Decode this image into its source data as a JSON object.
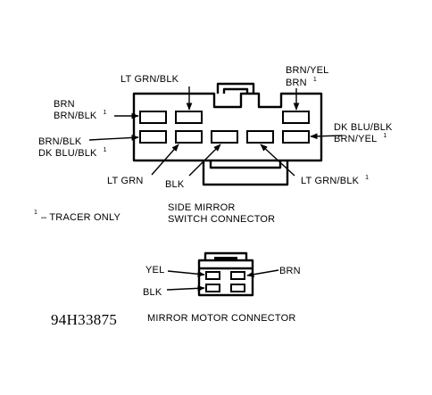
{
  "switch_connector": {
    "title_line1": "SIDE MIRROR",
    "title_line2": "SWITCH CONNECTOR",
    "labels": {
      "lt_grn_blk_top": "LT GRN/BLK",
      "brn_yel": "BRN/YEL",
      "brn_right": "BRN",
      "brn_right_sup": "1",
      "brn_left": "BRN",
      "brn_blk_1": "BRN/BLK",
      "brn_blk_1_sup": "1",
      "brn_blk_2": "BRN/BLK",
      "dk_blu_blk_left": "DK BLU/BLK",
      "dk_blu_blk_left_sup": "1",
      "dk_blu_blk_right": "DK BLU/BLK",
      "brn_yel_right": "BRN/YEL",
      "brn_yel_right_sup": "1",
      "lt_grn": "LT GRN",
      "blk": "BLK",
      "lt_grn_blk_bottom": "LT GRN/BLK",
      "lt_grn_blk_bottom_sup": "1"
    }
  },
  "footnote": {
    "marker": "1",
    "text": "–  TRACER ONLY"
  },
  "motor_connector": {
    "title": "MIRROR MOTOR CONNECTOR",
    "labels": {
      "yel": "YEL",
      "brn": "BRN",
      "blk": "BLK"
    }
  },
  "figure_code": "94H33875"
}
